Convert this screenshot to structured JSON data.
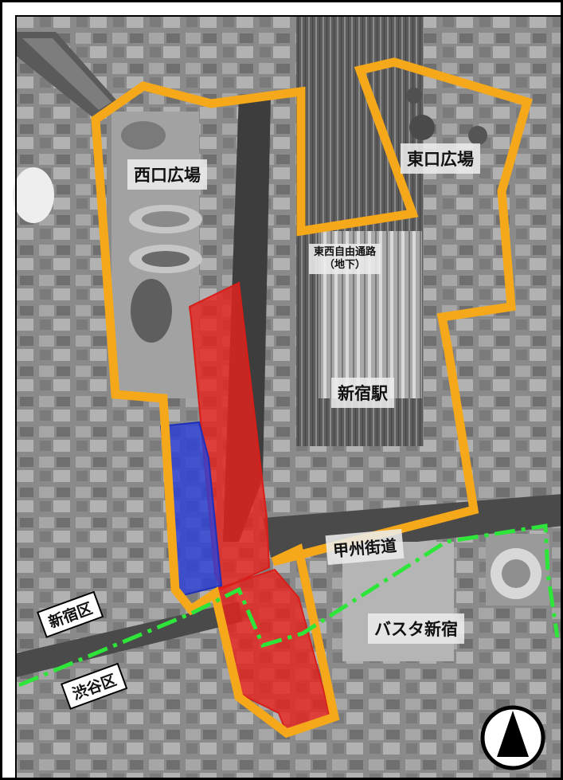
{
  "labels": {
    "west_plaza": "西口広場",
    "east_plaza": "東口広場",
    "passage_line1": "東西自由通路",
    "passage_line2": "（地下）",
    "station": "新宿駅",
    "koshu_kaido": "甲州街道",
    "busta": "バスタ新宿",
    "shinjuku_ward": "新宿区",
    "shibuya_ward": "渋谷区"
  },
  "legend_colors": {
    "boundary": "#f4a81a",
    "red_zone": "#e8221d",
    "blue_zone": "#2d3fd6",
    "ward_boundary": "#2ee53a"
  },
  "icons": {
    "north_arrow": "north-arrow-icon"
  }
}
